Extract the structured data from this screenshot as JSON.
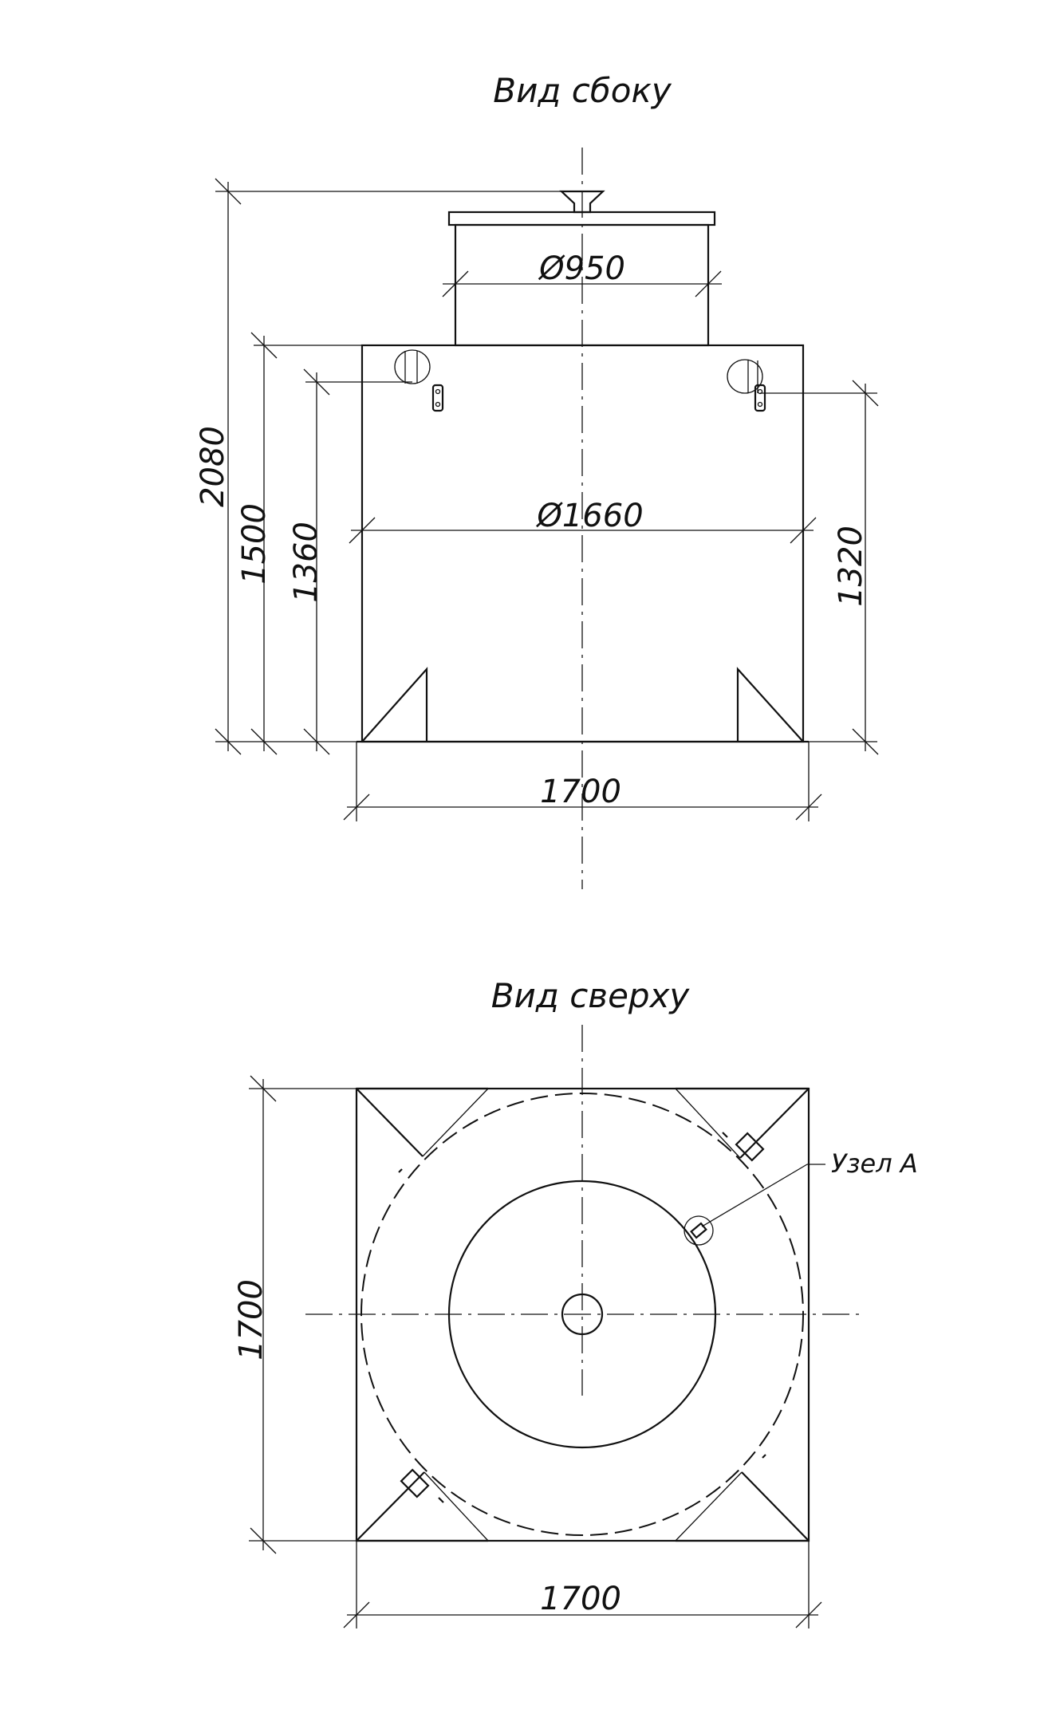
{
  "side_view": {
    "title": "Вид сбоку",
    "dims": {
      "height_total": "2080",
      "height_body": "1500",
      "height_lug_left": "1360",
      "height_lug_right": "1320",
      "diameter_neck": "Ø950",
      "diameter_body": "Ø1660",
      "width": "1700"
    }
  },
  "top_view": {
    "title": "Вид сверху",
    "dims": {
      "height": "1700",
      "width": "1700"
    },
    "callout": "Узел А"
  }
}
